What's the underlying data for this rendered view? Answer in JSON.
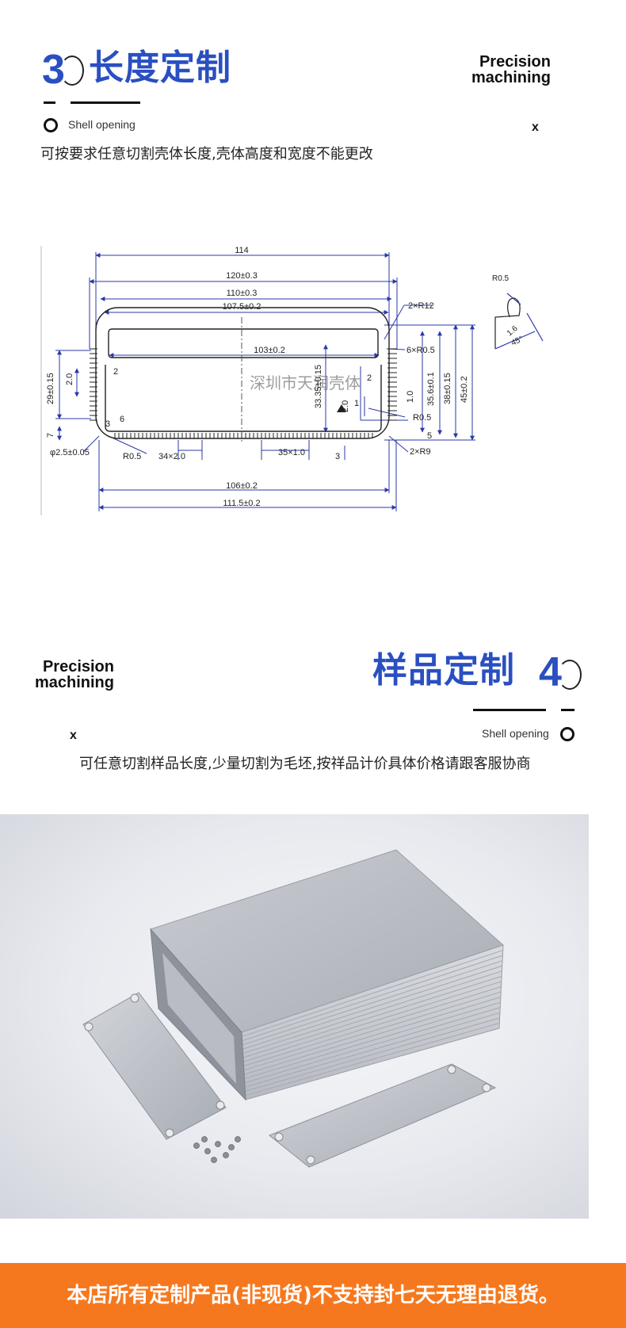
{
  "section3": {
    "number": "3",
    "title": "长度定制",
    "precision_line1": "Precision",
    "precision_line2": "machining",
    "shell_opening": "Shell opening",
    "x_mark": "x",
    "description": "可按要求任意切割壳体长度,壳体高度和宽度不能更改"
  },
  "drawing": {
    "watermark": "深圳市天润壳体",
    "dims": {
      "d114": "114",
      "d120": "120±0.3",
      "d110": "110±0.3",
      "d107": "107.5±0.2",
      "d103": "103±0.2",
      "d106": "106±0.2",
      "d111": "111.5±0.2",
      "d2r12": "2×R12",
      "d6r05": "6×R0.5",
      "d2r9": "2×R9",
      "r05a": "R0.5",
      "r05b": "R0.5",
      "d29": "29±0.15",
      "d20a": "2.0",
      "d2a": "2",
      "d7": "7",
      "phi": "φ2.5±0.05",
      "d34": "34×2.0",
      "d35": "35×1.0",
      "d3a": "3",
      "d3b": "3",
      "d6": "6",
      "d3335": "33.35±0.15",
      "d356": "35.6±0.1",
      "d38": "38±0.15",
      "d45": "45±0.2",
      "d10": "1.0",
      "d1": "1",
      "d2b": "2",
      "d20b": "2.0",
      "d5": "5",
      "detail_r": "R0.5",
      "detail_16": "1.6",
      "detail_45": "45°"
    }
  },
  "section4": {
    "number": "4",
    "title": "样品定制",
    "precision_line1": "Precision",
    "precision_line2": "machining",
    "shell_opening": "Shell opening",
    "x_mark": "x",
    "description": "可任意切割样品长度,少量切割为毛坯,按祥品计价具体价格请跟客服协商"
  },
  "footer": {
    "text": "本店所有定制产品(非现货)不支持封七天无理由退货。"
  },
  "colors": {
    "accent_blue": "#2a4fc1",
    "footer_orange": "#f6781e",
    "drawing_blue": "#2a39a8"
  }
}
